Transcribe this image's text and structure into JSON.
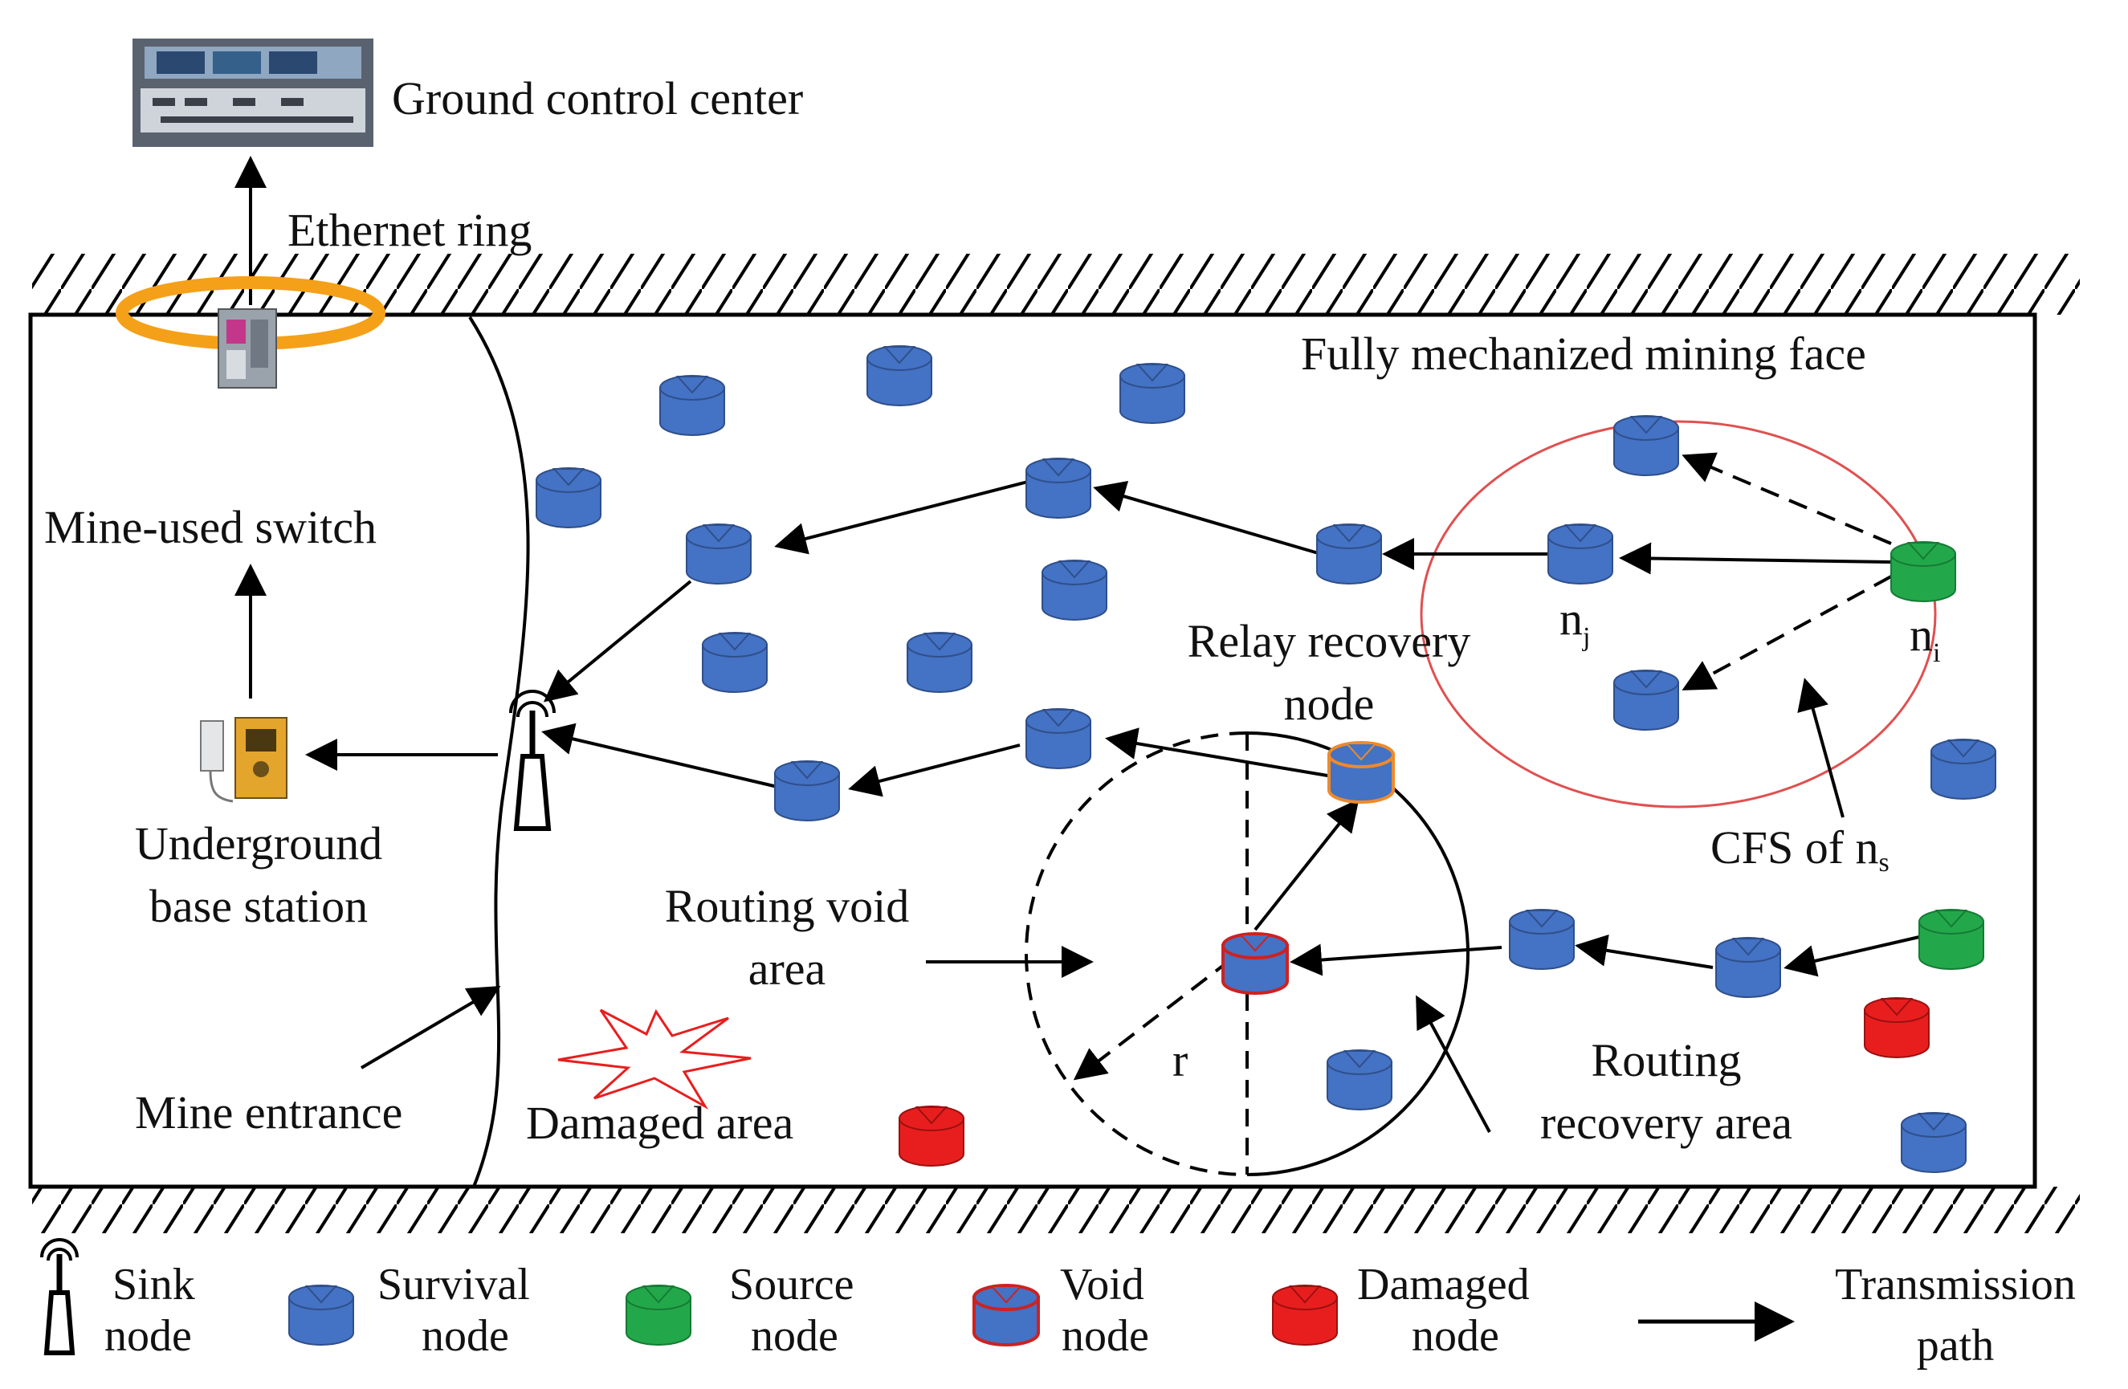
{
  "labels": {
    "ground_control_center": "Ground control center",
    "ethernet_ring": "Ethernet ring",
    "mining_face": "Fully mechanized mining face",
    "mine_used_switch": "Mine-used switch",
    "underground_base_station_1": "Underground",
    "underground_base_station_2": "base station",
    "relay_recovery_node_1": "Relay recovery",
    "relay_recovery_node_2": "node",
    "routing_void_area_1": "Routing void",
    "routing_void_area_2": "area",
    "routing_recovery_area_1": "Routing",
    "routing_recovery_area_2": "recovery area",
    "damaged_area": "Damaged area",
    "mine_entrance": "Mine entrance",
    "cfs_label": "CFS of n",
    "cfs_sub": "s",
    "n": "n",
    "node_j_sub": "j",
    "node_i_sub": "i",
    "radius": "r"
  },
  "legend": {
    "sink_1": "Sink",
    "sink_2": "node",
    "survival_1": "Survival",
    "survival_2": "node",
    "source_1": "Source",
    "source_2": "node",
    "void_1": "Void",
    "void_2": "node",
    "damaged_1": "Damaged",
    "damaged_2": "node",
    "transmission_1": "Transmission",
    "transmission_2": "path"
  },
  "icons": {
    "ground_control": "control-console-icon",
    "switch": "mine-switch-icon",
    "base_station": "base-station-icon",
    "sink": "antenna-tower-icon",
    "node": "cylinder-node-icon"
  },
  "colors": {
    "survival": "#4472c4",
    "source": "#22a84a",
    "damaged": "#e81e1e",
    "void_outline": "#cc2222",
    "relay_outline": "#ed8a2c",
    "ring": "#f5a019",
    "cfs_ellipse": "#e05050"
  }
}
